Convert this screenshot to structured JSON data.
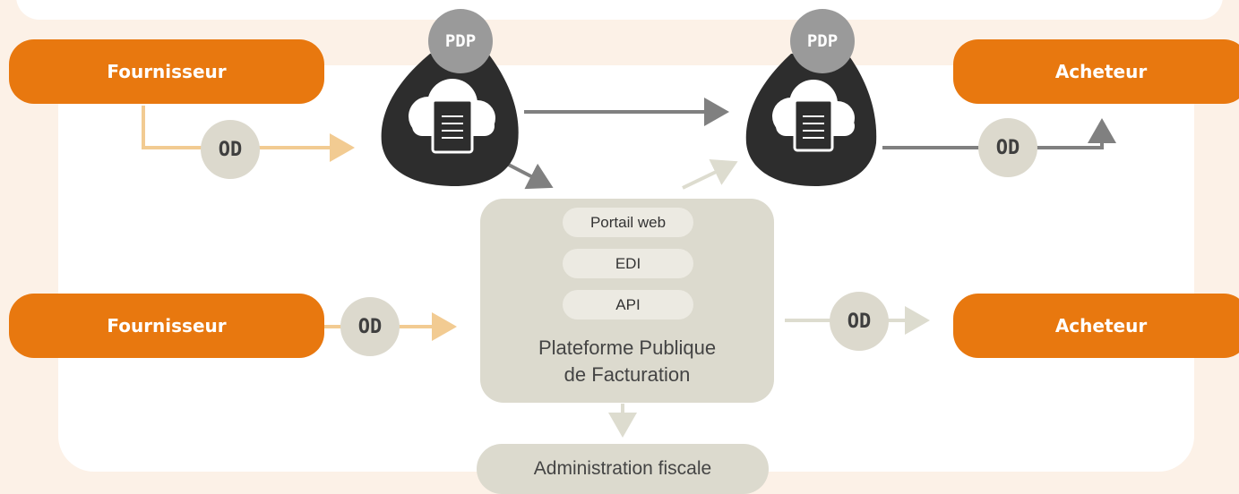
{
  "actors": {
    "supplier_1": "Fournisseur",
    "supplier_2": "Fournisseur",
    "buyer_1": "Acheteur",
    "buyer_2": "Acheteur"
  },
  "od_label": "OD",
  "pdp_label": "PDP",
  "platform": {
    "channels": [
      "Portail web",
      "EDI",
      "API"
    ],
    "name_line_1": "Plateforme Publique",
    "name_line_2": "de Facturation"
  },
  "admin_label": "Administration fiscale",
  "colors": {
    "background": "#fcf1e7",
    "panel": "#ffffff",
    "actor": "#e8780f",
    "od_circle": "#dcd9cd",
    "platform": "#dcdace",
    "pdp_badge": "#9a9a9a",
    "pdp_body": "#2d2d2d",
    "arrow_supplier": "#f2cb92",
    "arrow_pdp": "#808080",
    "arrow_platform": "#dddccf"
  },
  "icons": [
    "cloud-icon",
    "document-icon",
    "arrow-icon"
  ]
}
